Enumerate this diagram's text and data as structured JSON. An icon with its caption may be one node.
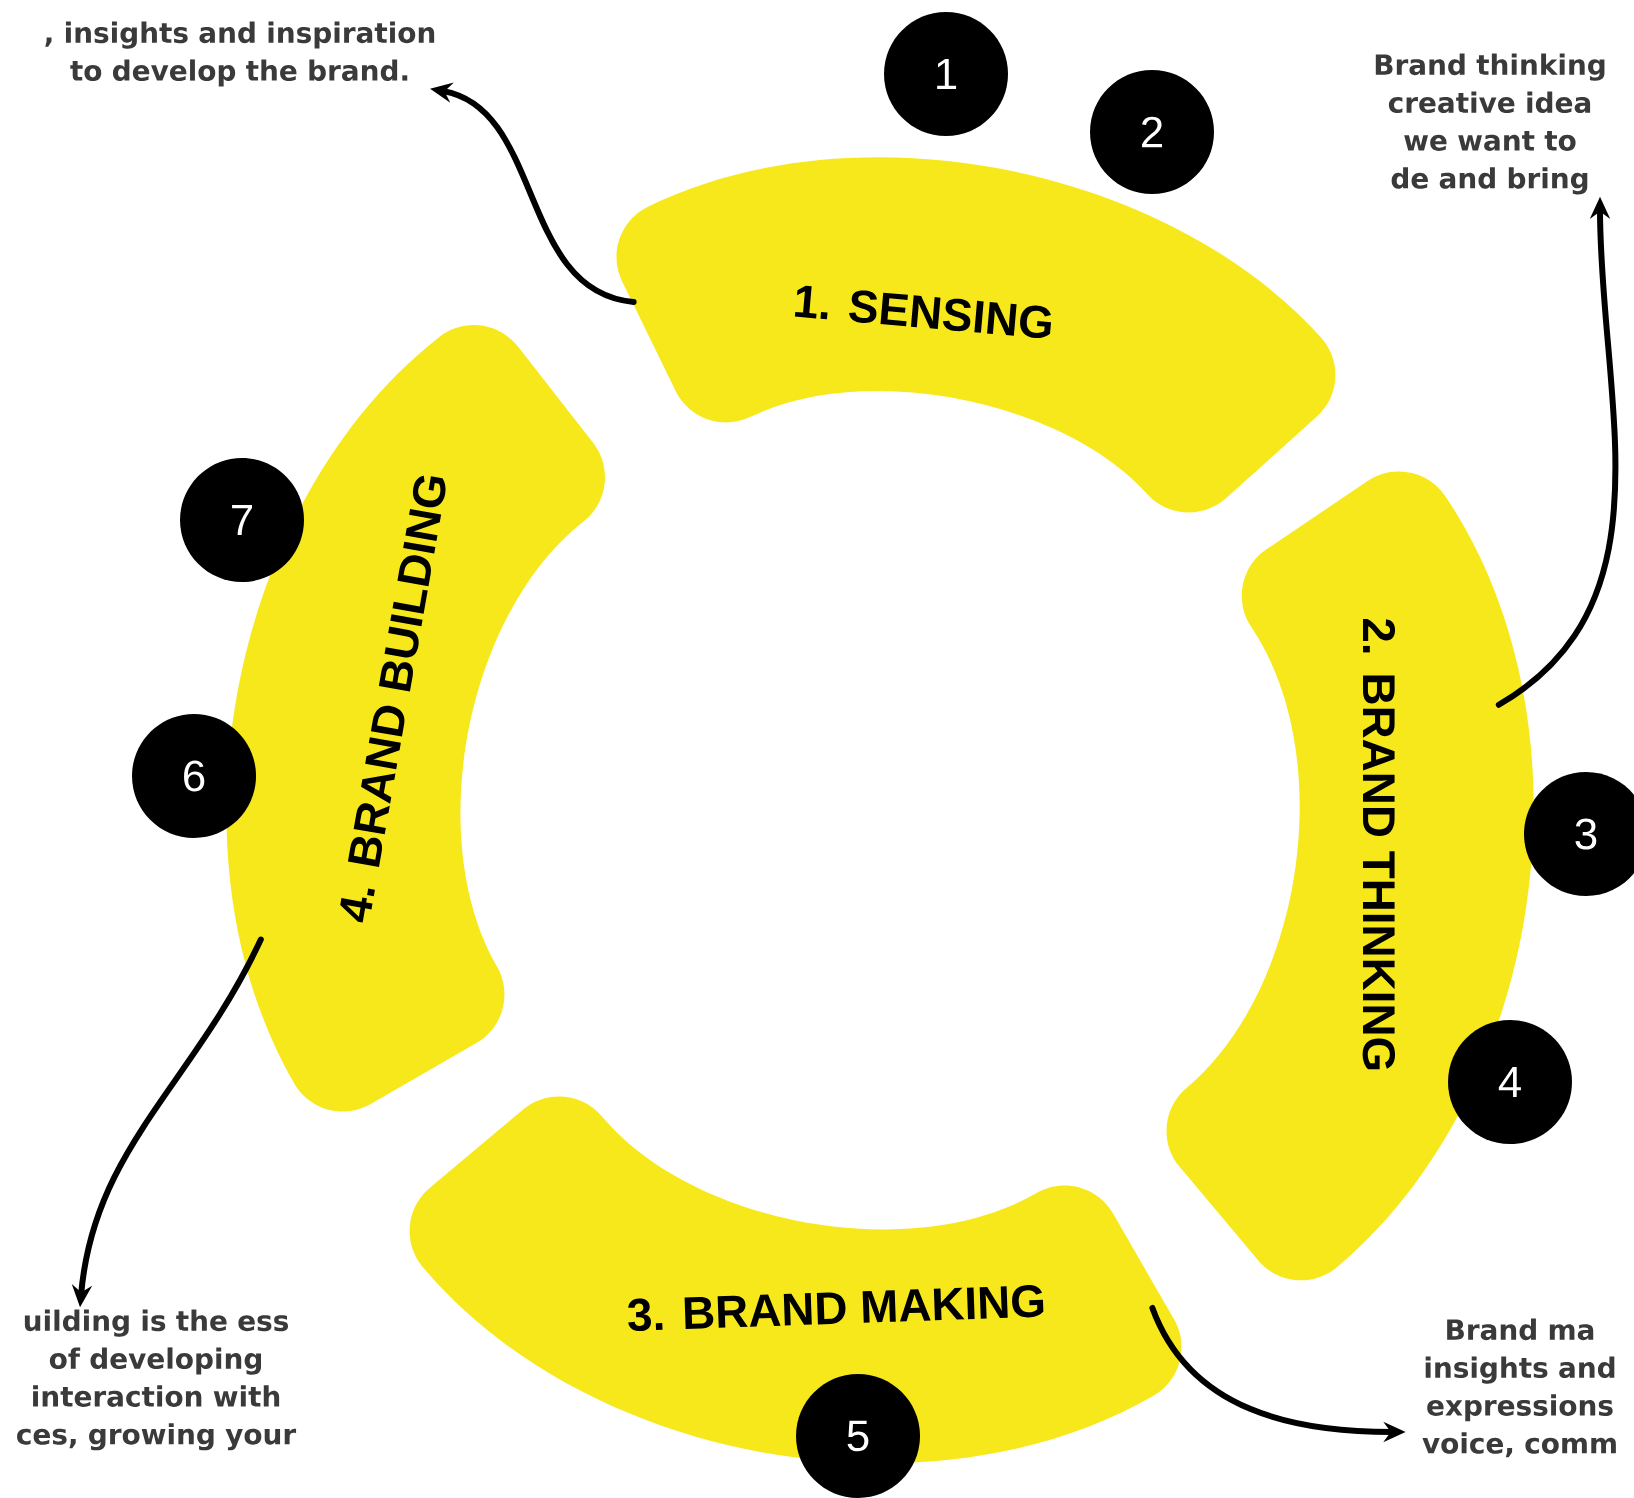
{
  "diagram": {
    "nodes": [
      {
        "text": [
          "1. SENSING"
        ]
      },
      {
        "text": [
          "2. BRAND THINKING"
        ]
      },
      {
        "text": [
          "3. BRAND MAKING"
        ]
      },
      {
        "text": [
          "4. BRAND BUILDING"
        ]
      },
      {
        "text": [
          "1"
        ]
      },
      {
        "text": [
          "2"
        ]
      },
      {
        "text": [
          "3"
        ]
      },
      {
        "text": [
          "4"
        ]
      },
      {
        "text": [
          "5"
        ]
      },
      {
        "text": [
          "6"
        ]
      },
      {
        "text": [
          "7"
        ]
      },
      {
        "text": [
          ", insights and inspiration to develop the brand."
        ]
      },
      {
        "text": [
          "Brand thinking creative idea we want to de and bring"
        ]
      },
      {
        "text": [
          "uilding is the ess of developing interaction with ces, growing your"
        ]
      },
      {
        "text": [
          "Brand ma insights and expressions voice, comm"
        ]
      }
    ],
    "edges": [
      {
        "from": 0,
        "to": 11,
        "arrow": "to"
      },
      {
        "from": 1,
        "to": 12,
        "arrow": "to"
      },
      {
        "from": 3,
        "to": 13,
        "arrow": "to"
      },
      {
        "from": 2,
        "to": 14,
        "arrow": "to"
      }
    ]
  }
}
